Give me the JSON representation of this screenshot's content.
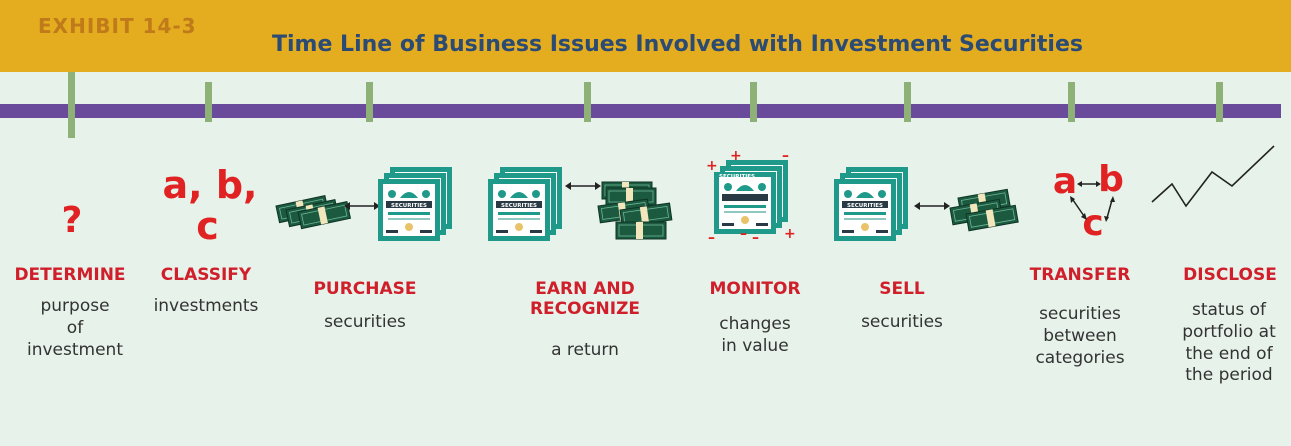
{
  "header": {
    "exhibit_label": "EXHIBIT 14-3",
    "title": "Time Line of Business Issues Involved with Investment Securities"
  },
  "colors": {
    "header_bg": "#e3ad1f",
    "exhibit_text": "#c07a1a",
    "title_text": "#2b4a74",
    "timeline": "#6a4a9a",
    "tick": "#8db177",
    "step_red": "#d01f2b",
    "certificate_green": "#1f9a8a",
    "money_green": "#1c5a40"
  },
  "symbols": {
    "question": "?",
    "classify_line1": "a, b,",
    "classify_line2": "c",
    "transfer_a": "a",
    "transfer_b": "b",
    "transfer_c": "c"
  },
  "certificate_label": "SECURITIES",
  "steps": [
    {
      "label": "DETERMINE",
      "desc": [
        "purpose",
        "of",
        "investment"
      ]
    },
    {
      "label": "CLASSIFY",
      "desc": [
        "investments"
      ]
    },
    {
      "label": "PURCHASE",
      "desc": [
        "securities"
      ]
    },
    {
      "label": [
        "EARN AND",
        "RECOGNIZE"
      ],
      "desc": [
        "a return"
      ]
    },
    {
      "label": "MONITOR",
      "desc": [
        "changes",
        "in value"
      ]
    },
    {
      "label": "SELL",
      "desc": [
        "securities"
      ]
    },
    {
      "label": "TRANSFER",
      "desc": [
        "securities",
        "between",
        "categories"
      ]
    },
    {
      "label": "DISCLOSE",
      "desc": [
        "status of",
        "portfolio at",
        "the end of",
        "the period"
      ]
    }
  ]
}
